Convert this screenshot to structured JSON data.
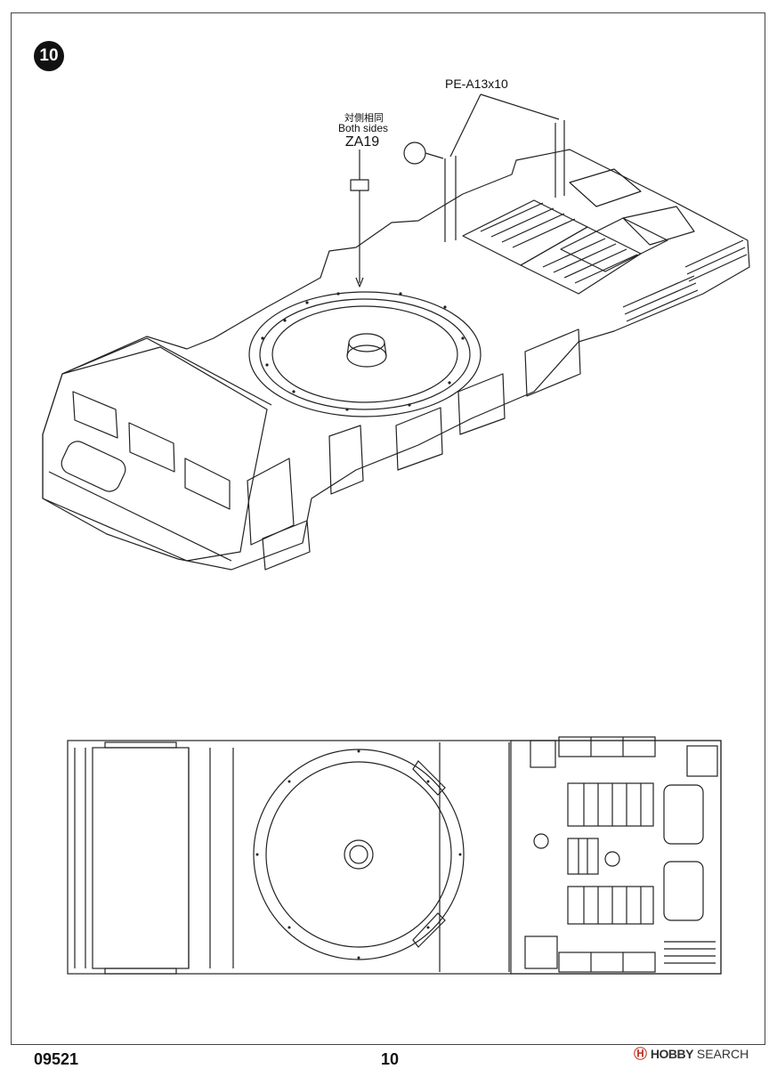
{
  "step": {
    "number": "10"
  },
  "callouts": {
    "photo_etch": "PE-A13x10",
    "both_sides_cn": "対側相同",
    "both_sides_en": "Both sides",
    "part_id": "ZA19"
  },
  "footer": {
    "kit_number": "09521",
    "page_number": "10"
  },
  "watermark": {
    "logo": "Ⓗ",
    "brand": "HOBBY",
    "suffix": "SEARCH"
  }
}
